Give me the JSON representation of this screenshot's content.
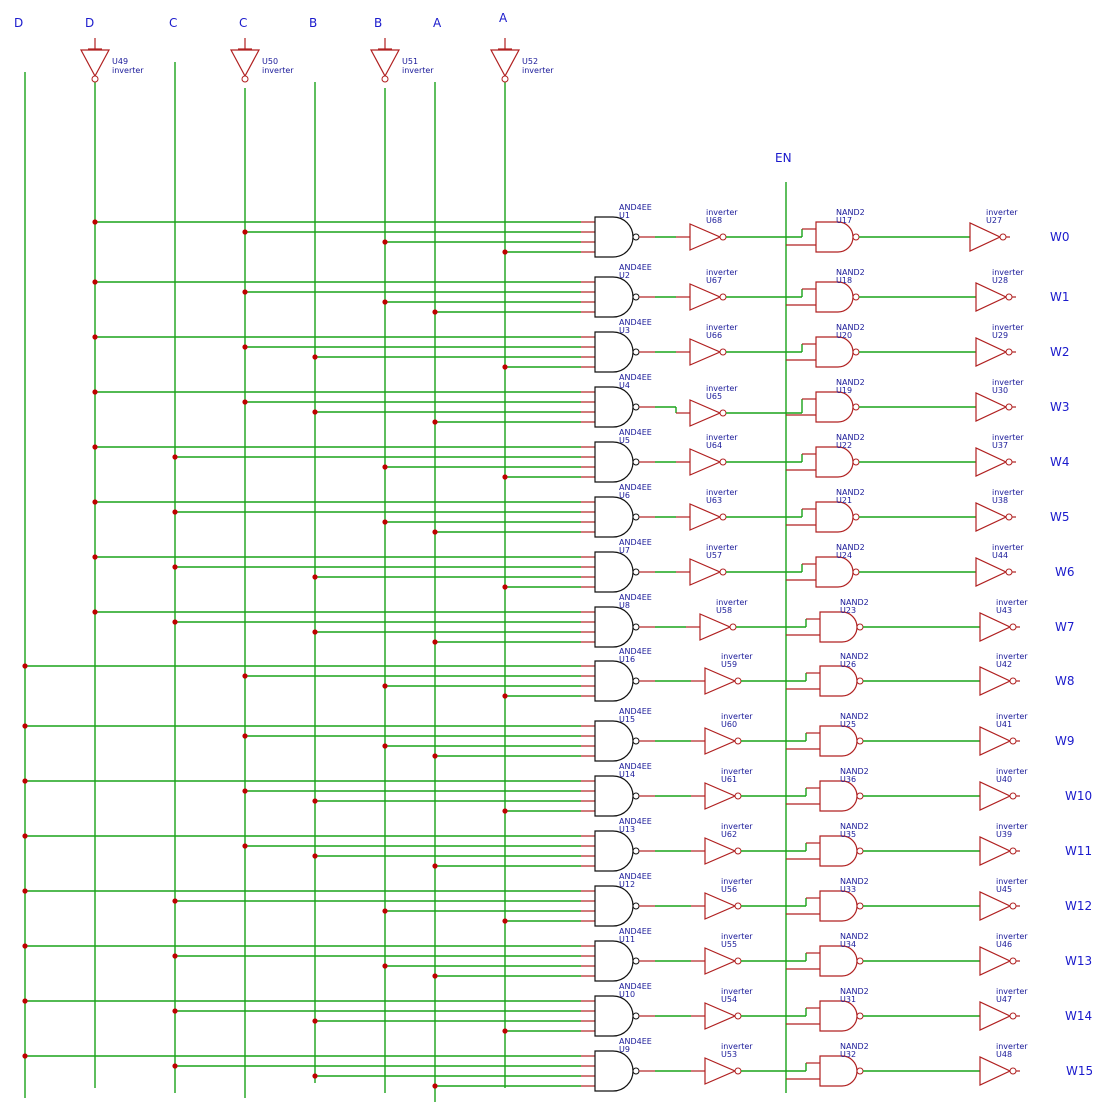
{
  "signals": {
    "columns": [
      {
        "label": "D",
        "inverted": false
      },
      {
        "label": "D",
        "inverted": true
      },
      {
        "label": "C",
        "inverted": false
      },
      {
        "label": "C",
        "inverted": true
      },
      {
        "label": "B",
        "inverted": false
      },
      {
        "label": "B",
        "inverted": true
      },
      {
        "label": "A",
        "inverted": false
      },
      {
        "label": "A",
        "inverted": true
      }
    ],
    "enable": "EN"
  },
  "input_inverters": [
    {
      "ref": "U49",
      "type": "inverter"
    },
    {
      "ref": "U50",
      "type": "inverter"
    },
    {
      "ref": "U51",
      "type": "inverter"
    },
    {
      "ref": "U52",
      "type": "inverter"
    }
  ],
  "rows": [
    {
      "and_type": "AND4EE",
      "and_ref": "U1",
      "inv1_type": "inverter",
      "inv1_ref": "U68",
      "nand_type": "NAND2",
      "nand_ref": "U17",
      "inv2_type": "inverter",
      "inv2_ref": "U27",
      "output": "W0"
    },
    {
      "and_type": "AND4EE",
      "and_ref": "U2",
      "inv1_type": "inverter",
      "inv1_ref": "U67",
      "nand_type": "NAND2",
      "nand_ref": "U18",
      "inv2_type": "inverter",
      "inv2_ref": "U28",
      "output": "W1"
    },
    {
      "and_type": "AND4EE",
      "and_ref": "U3",
      "inv1_type": "inverter",
      "inv1_ref": "U66",
      "nand_type": "NAND2",
      "nand_ref": "U20",
      "inv2_type": "inverter",
      "inv2_ref": "U29",
      "output": "W2"
    },
    {
      "and_type": "AND4EE",
      "and_ref": "U4",
      "inv1_type": "inverter",
      "inv1_ref": "U65",
      "nand_type": "NAND2",
      "nand_ref": "U19",
      "inv2_type": "inverter",
      "inv2_ref": "U30",
      "output": "W3"
    },
    {
      "and_type": "AND4EE",
      "and_ref": "U5",
      "inv1_type": "inverter",
      "inv1_ref": "U64",
      "nand_type": "NAND2",
      "nand_ref": "U22",
      "inv2_type": "inverter",
      "inv2_ref": "U37",
      "output": "W4"
    },
    {
      "and_type": "AND4EE",
      "and_ref": "U6",
      "inv1_type": "inverter",
      "inv1_ref": "U63",
      "nand_type": "NAND2",
      "nand_ref": "U21",
      "inv2_type": "inverter",
      "inv2_ref": "U38",
      "output": "W5"
    },
    {
      "and_type": "AND4EE",
      "and_ref": "U7",
      "inv1_type": "inverter",
      "inv1_ref": "U57",
      "nand_type": "NAND2",
      "nand_ref": "U24",
      "inv2_type": "inverter",
      "inv2_ref": "U44",
      "output": "W6"
    },
    {
      "and_type": "AND4EE",
      "and_ref": "U8",
      "inv1_type": "inverter",
      "inv1_ref": "U58",
      "nand_type": "NAND2",
      "nand_ref": "U23",
      "inv2_type": "inverter",
      "inv2_ref": "U43",
      "output": "W7"
    },
    {
      "and_type": "AND4EE",
      "and_ref": "U16",
      "inv1_type": "inverter",
      "inv1_ref": "U59",
      "nand_type": "NAND2",
      "nand_ref": "U26",
      "inv2_type": "inverter",
      "inv2_ref": "U42",
      "output": "W8"
    },
    {
      "and_type": "AND4EE",
      "and_ref": "U15",
      "inv1_type": "inverter",
      "inv1_ref": "U60",
      "nand_type": "NAND2",
      "nand_ref": "U25",
      "inv2_type": "inverter",
      "inv2_ref": "U41",
      "output": "W9"
    },
    {
      "and_type": "AND4EE",
      "and_ref": "U14",
      "inv1_type": "inverter",
      "inv1_ref": "U61",
      "nand_type": "NAND2",
      "nand_ref": "U36",
      "inv2_type": "inverter",
      "inv2_ref": "U40",
      "output": "W10"
    },
    {
      "and_type": "AND4EE",
      "and_ref": "U13",
      "inv1_type": "inverter",
      "inv1_ref": "U62",
      "nand_type": "NAND2",
      "nand_ref": "U35",
      "inv2_type": "inverter",
      "inv2_ref": "U39",
      "output": "W11"
    },
    {
      "and_type": "AND4EE",
      "and_ref": "U12",
      "inv1_type": "inverter",
      "inv1_ref": "U56",
      "nand_type": "NAND2",
      "nand_ref": "U33",
      "inv2_type": "inverter",
      "inv2_ref": "U45",
      "output": "W12"
    },
    {
      "and_type": "AND4EE",
      "and_ref": "U11",
      "inv1_type": "inverter",
      "inv1_ref": "U55",
      "nand_type": "NAND2",
      "nand_ref": "U34",
      "inv2_type": "inverter",
      "inv2_ref": "U46",
      "output": "W13"
    },
    {
      "and_type": "AND4EE",
      "and_ref": "U10",
      "inv1_type": "inverter",
      "inv1_ref": "U54",
      "nand_type": "NAND2",
      "nand_ref": "U31",
      "inv2_type": "inverter",
      "inv2_ref": "U47",
      "output": "W14"
    },
    {
      "and_type": "AND4EE",
      "and_ref": "U9",
      "inv1_type": "inverter",
      "inv1_ref": "U53",
      "nand_type": "NAND2",
      "nand_ref": "U32",
      "inv2_type": "inverter",
      "inv2_ref": "U48",
      "output": "W15"
    }
  ],
  "colors": {
    "wire": "#1aa31a",
    "symbol": "#b02020",
    "label": "#1a1acc",
    "junction": "#c00000"
  }
}
